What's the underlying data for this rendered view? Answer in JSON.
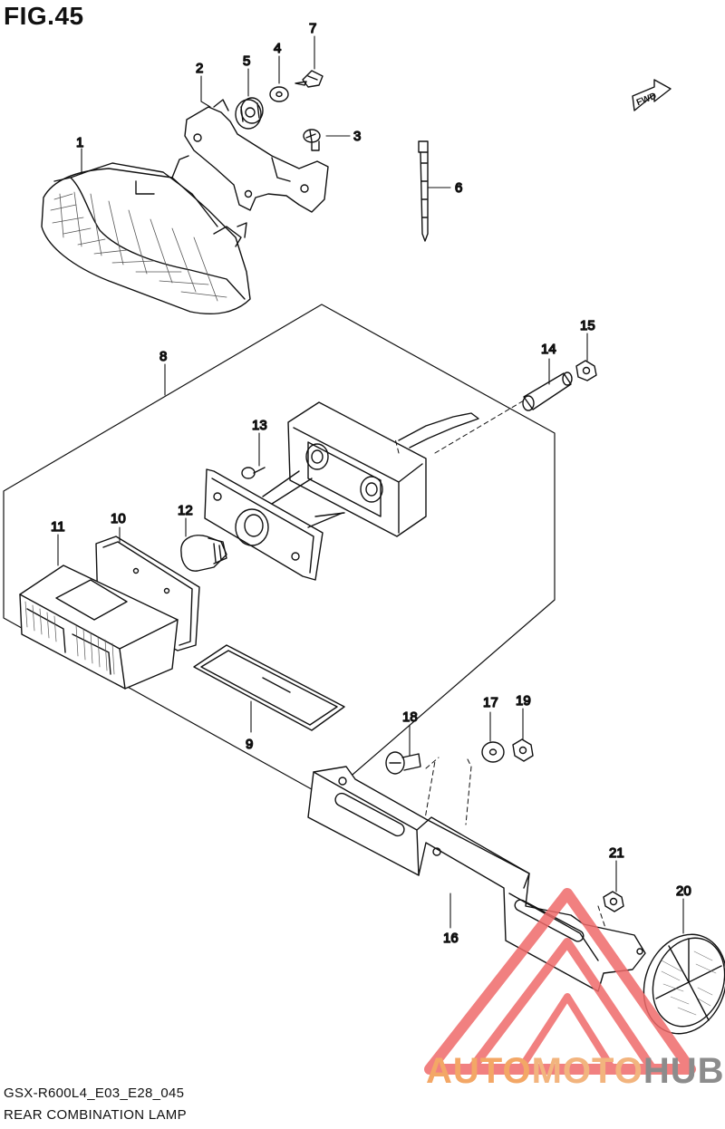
{
  "figure": {
    "title": "FIG.45",
    "model_code": "GSX-R600L4_E03_E28_045",
    "assembly_name": "REAR COMBINATION LAMP",
    "fwd_label": "FWD"
  },
  "callouts": [
    "1",
    "2",
    "3",
    "4",
    "5",
    "6",
    "7",
    "8",
    "9",
    "10",
    "11",
    "12",
    "13",
    "14",
    "15",
    "16",
    "17",
    "18",
    "19",
    "20",
    "21"
  ],
  "watermark": {
    "part_a": "AUTO",
    "part_b": "MOTO",
    "part_c": "HUB",
    "colors": {
      "a": "#f3a766",
      "b": "#f2b47e",
      "c": "#8c8c8c",
      "logo": "#ef6a6a"
    }
  },
  "line_color": "#111111"
}
